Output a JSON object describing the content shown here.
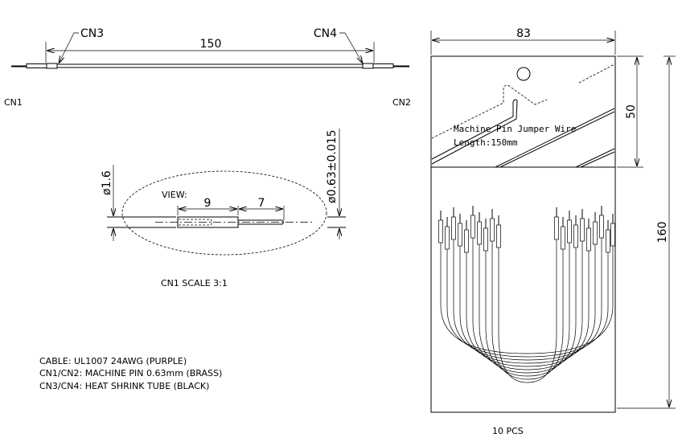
{
  "overview": {
    "length_dim": "150",
    "cn3_label": "CN3",
    "cn4_label": "CN4",
    "cn1_label": "CN1",
    "cn2_label": "CN2"
  },
  "detail": {
    "view_label": "VIEW:",
    "dim_sleeve": "9",
    "dim_pin": "7",
    "dia_cable": "ø1.6",
    "dia_pin": "ø0.63±0.015",
    "caption": "CN1  SCALE  3:1"
  },
  "notes": [
    "CABLE: UL1007 24AWG (PURPLE)",
    "CN1/CN2: MACHINE PIN 0.63mm (BRASS)",
    "CN3/CN4: HEAT SHRINK TUBE (BLACK)"
  ],
  "package": {
    "width_dim": "83",
    "header_dim": "50",
    "height_dim": "160",
    "label_line1": "Machine Pin Jumper Wire",
    "label_line2": "Length:150mm",
    "quantity": "10 PCS"
  }
}
